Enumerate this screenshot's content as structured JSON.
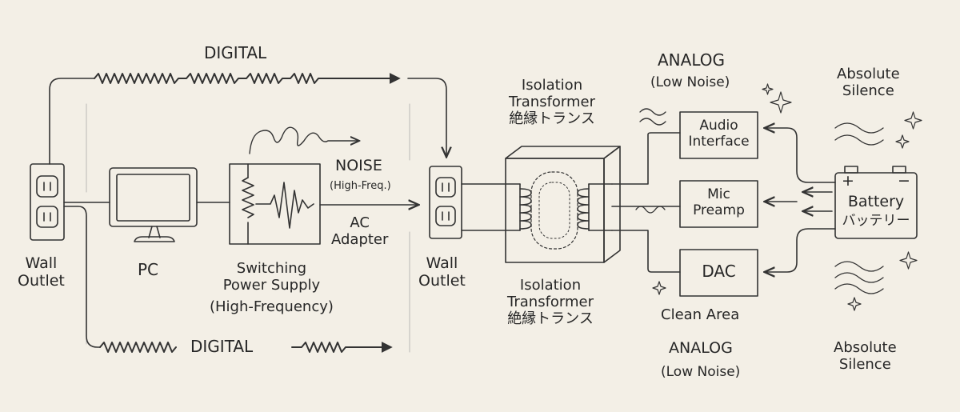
{
  "labels": {
    "digital_top": "DIGITAL",
    "digital_bottom": "DIGITAL",
    "wall_outlet_left": [
      "Wall",
      "Outlet"
    ],
    "pc": "PC",
    "switching_supply": [
      "Switching",
      "Power Supply",
      "(High-Frequency)"
    ],
    "noise": "NOISE",
    "noise_sub": "(High-Freq.)",
    "ac_adapter": [
      "AC",
      "Adapter"
    ],
    "wall_outlet_mid": [
      "Wall",
      "Outlet"
    ],
    "iso_top": [
      "Isolation",
      "Transformer",
      "絶縁トランス"
    ],
    "iso_bottom": [
      "Isolation",
      "Transformer",
      "絶縁トランス"
    ],
    "analog_top": "ANALOG",
    "analog_top_sub": "(Low Noise)",
    "analog_bottom": "ANALOG",
    "analog_bottom_sub": "(Low Noise)",
    "audio_interface": [
      "Audio",
      "Interface"
    ],
    "mic_preamp": [
      "Mic",
      "Preamp"
    ],
    "dac": "DAC",
    "clean_area": "Clean Area",
    "battery": "Battery",
    "battery_jp": "バッテリー",
    "battery_plus": "+",
    "battery_minus": "−",
    "silence_top": [
      "Absolute",
      "Silence"
    ],
    "silence_bottom": [
      "Absolute",
      "Silence"
    ]
  }
}
